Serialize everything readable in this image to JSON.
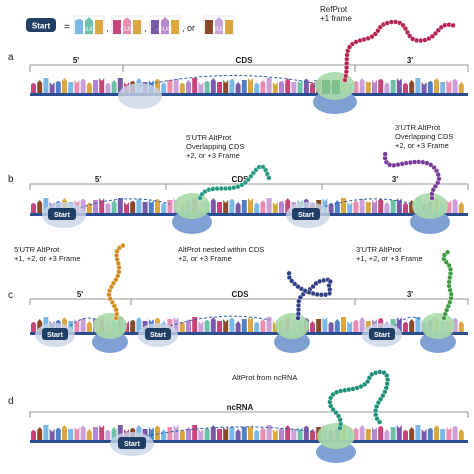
{
  "legend": {
    "start_label": "Start",
    "equals": "=",
    "codons": [
      "AUG",
      "CUG",
      "GUG",
      "UUG"
    ],
    "separator": ",",
    "or_text": ", or"
  },
  "panels": [
    {
      "letter": "a",
      "regions": [
        "5'",
        "CDS",
        "3'"
      ],
      "annotations": [
        "RefProt",
        "+1 frame"
      ]
    },
    {
      "letter": "b",
      "regions": [
        "5'",
        "CDS",
        "3'"
      ],
      "annotations": [
        "5'UTR AltProt",
        "Overlapping CDS",
        "+2, or +3 Frame",
        "3'UTR AltProt",
        "Overlapping CDS",
        "+2, or +3 Frame"
      ],
      "start_labels": [
        "Start",
        "Start"
      ]
    },
    {
      "letter": "c",
      "regions": [
        "5'",
        "CDS",
        "3'"
      ],
      "annotations": [
        "5'UTR AltProt",
        "+1, +2, or +3 Frame",
        "AltProt nested within CDS",
        "+2, or +3 Frame",
        "3'UTR AltProt",
        "+1, +2, or +3 Frame"
      ],
      "start_labels": [
        "Start",
        "Start",
        "Start"
      ]
    },
    {
      "letter": "d",
      "regions": [
        "ncRNA"
      ],
      "annotations": [
        "AltProt from ncRNA"
      ],
      "start_labels": [
        "Start"
      ]
    }
  ],
  "colors": {
    "start_badge": "#1f3f66",
    "strand": "#2a4d8f",
    "ribosome": "#7ea0d3",
    "ribosome_small": "#c9d4e6",
    "peptide_site": "#7fc18a",
    "arrow": "#2f5fa8",
    "refprot": "#b4244f",
    "altprot_5utr_b": "#2a9b83",
    "altprot_3utr_b": "#7a3a9a",
    "altprot_5utr_c": "#d58a1e",
    "altprot_nested_c": "#2f3f86",
    "altprot_3utr_c": "#3f9b3f",
    "altprot_ncrna": "#1f8f78"
  }
}
